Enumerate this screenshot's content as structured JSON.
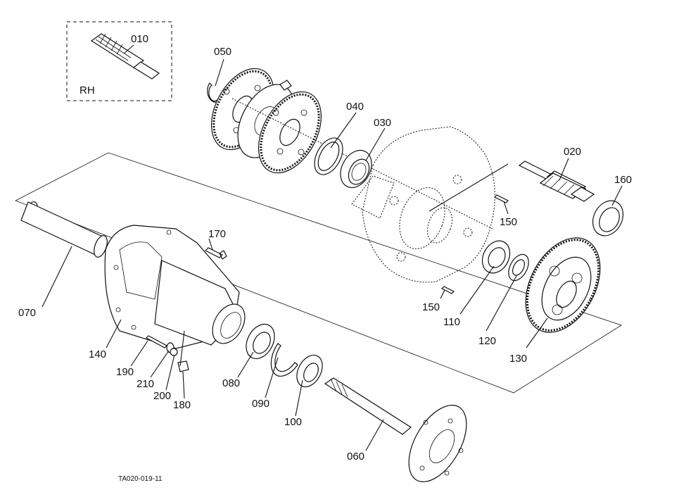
{
  "figure_code": "TA020-019-11",
  "inset_label": "RH",
  "callouts": [
    {
      "id": "010",
      "text": "010"
    },
    {
      "id": "020",
      "text": "020"
    },
    {
      "id": "030",
      "text": "030"
    },
    {
      "id": "040",
      "text": "040"
    },
    {
      "id": "050",
      "text": "050"
    },
    {
      "id": "060",
      "text": "060"
    },
    {
      "id": "070",
      "text": "070"
    },
    {
      "id": "080",
      "text": "080"
    },
    {
      "id": "090",
      "text": "090"
    },
    {
      "id": "100",
      "text": "100"
    },
    {
      "id": "110",
      "text": "110"
    },
    {
      "id": "120",
      "text": "120"
    },
    {
      "id": "130",
      "text": "130"
    },
    {
      "id": "140",
      "text": "140"
    },
    {
      "id": "150a",
      "text": "150"
    },
    {
      "id": "150b",
      "text": "150"
    },
    {
      "id": "160",
      "text": "160"
    },
    {
      "id": "170",
      "text": "170"
    },
    {
      "id": "180",
      "text": "180"
    },
    {
      "id": "190",
      "text": "190"
    },
    {
      "id": "200",
      "text": "200"
    },
    {
      "id": "210",
      "text": "210"
    }
  ]
}
